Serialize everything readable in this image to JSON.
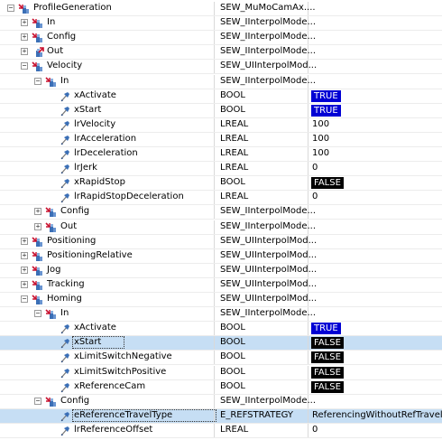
{
  "rows": [
    {
      "level": 0,
      "exp": "minus",
      "icon": "struct-icon",
      "name": "ProfileGeneration",
      "type": "SEW_MuMoCamAx....",
      "value": "",
      "badge": ""
    },
    {
      "level": 1,
      "exp": "plus",
      "icon": "struct-icon",
      "name": "In",
      "type": "SEW_IInterpolMode...",
      "value": "",
      "badge": ""
    },
    {
      "level": 1,
      "exp": "plus",
      "icon": "struct-icon",
      "name": "Config",
      "type": "SEW_IInterpolMode...",
      "value": "",
      "badge": ""
    },
    {
      "level": 1,
      "exp": "plus",
      "icon": "struct-out-icon",
      "name": "Out",
      "type": "SEW_IInterpolMode...",
      "value": "",
      "badge": ""
    },
    {
      "level": 1,
      "exp": "minus",
      "icon": "struct-icon",
      "name": "Velocity",
      "type": "SEW_UIInterpolMod...",
      "value": "",
      "badge": ""
    },
    {
      "level": 2,
      "exp": "minus",
      "icon": "struct-icon",
      "name": "In",
      "type": "SEW_IInterpolMode...",
      "value": "",
      "badge": ""
    },
    {
      "level": 3,
      "exp": "",
      "icon": "variable-icon",
      "name": "xActivate",
      "type": "BOOL",
      "value": "TRUE",
      "badge": "on"
    },
    {
      "level": 3,
      "exp": "",
      "icon": "variable-icon",
      "name": "xStart",
      "type": "BOOL",
      "value": "TRUE",
      "badge": "on"
    },
    {
      "level": 3,
      "exp": "",
      "icon": "variable-icon",
      "name": "lrVelocity",
      "type": "LREAL",
      "value": "100",
      "badge": ""
    },
    {
      "level": 3,
      "exp": "",
      "icon": "variable-icon",
      "name": "lrAcceleration",
      "type": "LREAL",
      "value": "100",
      "badge": ""
    },
    {
      "level": 3,
      "exp": "",
      "icon": "variable-icon",
      "name": "lrDeceleration",
      "type": "LREAL",
      "value": "100",
      "badge": ""
    },
    {
      "level": 3,
      "exp": "",
      "icon": "variable-icon",
      "name": "lrJerk",
      "type": "LREAL",
      "value": "0",
      "badge": ""
    },
    {
      "level": 3,
      "exp": "",
      "icon": "variable-icon",
      "name": "xRapidStop",
      "type": "BOOL",
      "value": "FALSE",
      "badge": "off"
    },
    {
      "level": 3,
      "exp": "",
      "icon": "variable-icon",
      "name": "lrRapidStopDeceleration",
      "type": "LREAL",
      "value": "0",
      "badge": ""
    },
    {
      "level": 2,
      "exp": "plus",
      "icon": "struct-icon",
      "name": "Config",
      "type": "SEW_IInterpolMode...",
      "value": "",
      "badge": ""
    },
    {
      "level": 2,
      "exp": "plus",
      "icon": "struct-icon",
      "name": "Out",
      "type": "SEW_IInterpolMode...",
      "value": "",
      "badge": ""
    },
    {
      "level": 1,
      "exp": "plus",
      "icon": "struct-icon",
      "name": "Positioning",
      "type": "SEW_UIInterpolMod...",
      "value": "",
      "badge": ""
    },
    {
      "level": 1,
      "exp": "plus",
      "icon": "struct-icon",
      "name": "PositioningRelative",
      "type": "SEW_UIInterpolMod...",
      "value": "",
      "badge": ""
    },
    {
      "level": 1,
      "exp": "plus",
      "icon": "struct-icon",
      "name": "Jog",
      "type": "SEW_UIInterpolMod...",
      "value": "",
      "badge": ""
    },
    {
      "level": 1,
      "exp": "plus",
      "icon": "struct-icon",
      "name": "Tracking",
      "type": "SEW_UIInterpolMod...",
      "value": "",
      "badge": ""
    },
    {
      "level": 1,
      "exp": "minus",
      "icon": "struct-icon",
      "name": "Homing",
      "type": "SEW_UIInterpolMod...",
      "value": "",
      "badge": ""
    },
    {
      "level": 2,
      "exp": "minus",
      "icon": "struct-icon",
      "name": "In",
      "type": "SEW_IInterpolMode...",
      "value": "",
      "badge": ""
    },
    {
      "level": 3,
      "exp": "",
      "icon": "variable-icon",
      "name": "xActivate",
      "type": "BOOL",
      "value": "TRUE",
      "badge": "on"
    },
    {
      "level": 3,
      "exp": "",
      "icon": "variable-icon",
      "name": "xStart",
      "type": "BOOL",
      "value": "FALSE",
      "badge": "off",
      "selected": true
    },
    {
      "level": 3,
      "exp": "",
      "icon": "variable-icon",
      "name": "xLimitSwitchNegative",
      "type": "BOOL",
      "value": "FALSE",
      "badge": "off"
    },
    {
      "level": 3,
      "exp": "",
      "icon": "variable-icon",
      "name": "xLimitSwitchPositive",
      "type": "BOOL",
      "value": "FALSE",
      "badge": "off"
    },
    {
      "level": 3,
      "exp": "",
      "icon": "variable-icon",
      "name": "xReferenceCam",
      "type": "BOOL",
      "value": "FALSE",
      "badge": "off"
    },
    {
      "level": 2,
      "exp": "minus",
      "icon": "struct-icon",
      "name": "Config",
      "type": "SEW_IInterpolMode...",
      "value": "",
      "badge": ""
    },
    {
      "level": 3,
      "exp": "",
      "icon": "variable-icon",
      "name": "eReferenceTravelType",
      "type": "E_REFSTRATEGY",
      "value": "ReferencingWithoutRefTravel",
      "badge": "",
      "selected": true
    },
    {
      "level": 3,
      "exp": "",
      "icon": "variable-icon",
      "name": "lrReferenceOffset",
      "type": "LREAL",
      "value": "0",
      "badge": ""
    }
  ],
  "colors": {
    "true_badge": "#0000d4",
    "false_badge": "#000000",
    "selection": "#c6def4",
    "icon_blue": "#3b6fb6",
    "icon_red": "#c8102e"
  }
}
